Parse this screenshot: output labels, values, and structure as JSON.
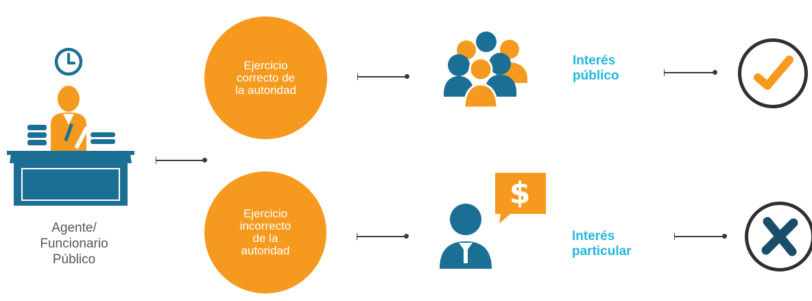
{
  "diagram": {
    "agent": {
      "label": "Agente/\nFuncionario\nPúblico"
    },
    "branches": [
      {
        "exercise": "Ejercicio\ncorrecto de\nla autoridad",
        "interest": "Interés\npúblico",
        "result_icon": "check-icon"
      },
      {
        "exercise": "Ejercicio\nincorrecto\nde la\nautoridad",
        "interest": "Interés\nparticular",
        "result_icon": "cross-icon"
      }
    ]
  },
  "colors": {
    "orange": "#F59A1E",
    "blue": "#1B6F94",
    "cyan": "#22B7DE",
    "dark": "#2f2f2f",
    "cross_navy": "#1A4D6B"
  },
  "icons": [
    "clock-icon",
    "office-desk-icon",
    "group-people-icon",
    "money-speech-bubble-icon",
    "person-icon",
    "check-icon",
    "cross-icon"
  ]
}
